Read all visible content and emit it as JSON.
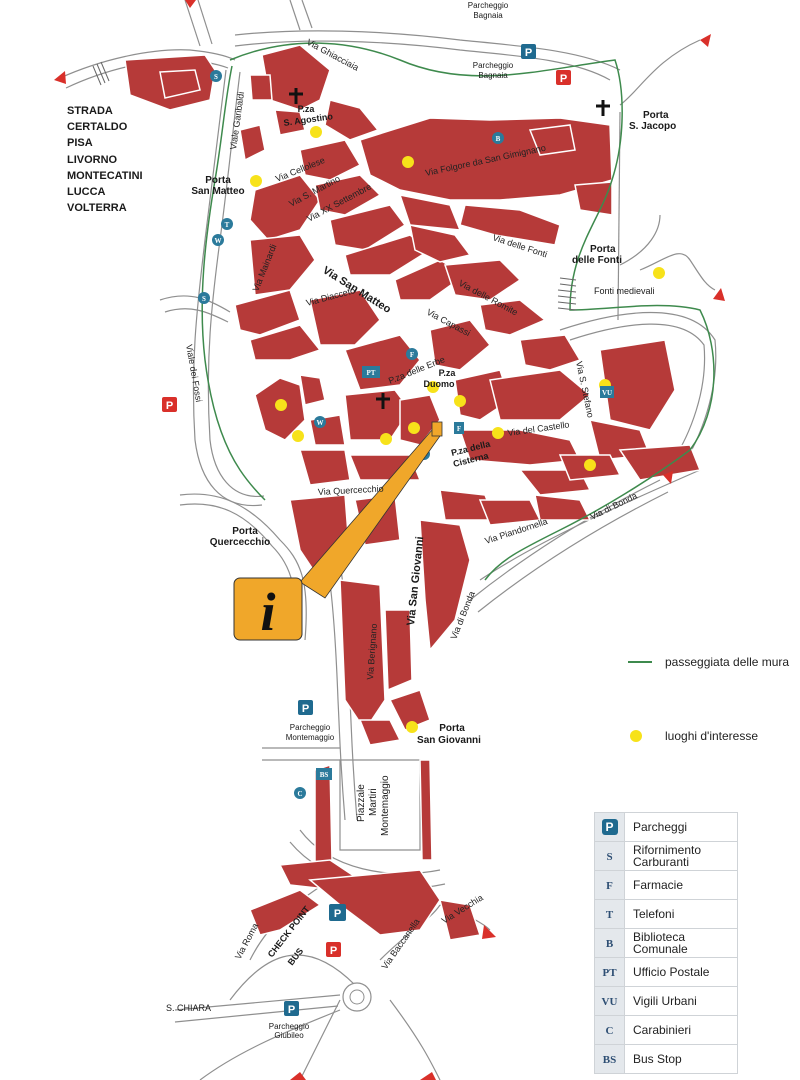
{
  "map": {
    "streets": [
      {
        "id": "via-ghiacciaia",
        "text": "Via Ghiacciaia"
      },
      {
        "id": "viale-garibaldi",
        "text": "Viale Garibaldi"
      },
      {
        "id": "via-cellolese",
        "text": "Via Cellolese"
      },
      {
        "id": "via-s-martino",
        "text": "Via S. Martino"
      },
      {
        "id": "via-xx-settembre",
        "text": "Via XX Settembre"
      },
      {
        "id": "via-folgore",
        "text": "Via Folgore da San Gimignano"
      },
      {
        "id": "via-delle-fonti",
        "text": "Via delle Fonti"
      },
      {
        "id": "via-mainardi",
        "text": "Via Mainardi"
      },
      {
        "id": "via-san-matteo",
        "text": "Via San Matteo"
      },
      {
        "id": "via-capassi",
        "text": "Via Capassi"
      },
      {
        "id": "via-delle-romite",
        "text": "Via delle Romite"
      },
      {
        "id": "via-diacceto",
        "text": "Via Diacceto"
      },
      {
        "id": "viale-dei-fossi",
        "text": "Viale dei Fossi"
      },
      {
        "id": "pza-delle-erbe",
        "text": "P.za delle Erbe"
      },
      {
        "id": "via-s-stefano",
        "text": "Via S. Stefano"
      },
      {
        "id": "via-del-castello",
        "text": "Via del Castello"
      },
      {
        "id": "via-quercecchio",
        "text": "Via Quercecchio"
      },
      {
        "id": "via-piandornella",
        "text": "Via Piandornella"
      },
      {
        "id": "via-di-bonda",
        "text": "Via di Bonda"
      },
      {
        "id": "via-san-giovanni",
        "text": "Via San Giovanni"
      },
      {
        "id": "via-berignano",
        "text": "Via Berignano"
      },
      {
        "id": "via-roma",
        "text": "Via Roma"
      },
      {
        "id": "via-baccanella",
        "text": "Via Baccanella"
      },
      {
        "id": "via-vecchia",
        "text": "Via Vecchia"
      }
    ],
    "gates": [
      {
        "id": "porta-san-matteo",
        "lines": [
          "Porta",
          "San Matteo"
        ]
      },
      {
        "id": "porta-s-jacopo",
        "lines": [
          "Porta",
          "S. Jacopo"
        ]
      },
      {
        "id": "porta-delle-fonti",
        "lines": [
          "Porta",
          "delle Fonti"
        ]
      },
      {
        "id": "porta-quercecchio",
        "lines": [
          "Porta",
          "Quercecchio"
        ]
      },
      {
        "id": "porta-san-giovanni",
        "lines": [
          "Porta",
          "San Giovanni"
        ]
      }
    ],
    "squares": [
      {
        "id": "pza-s-agostino",
        "lines": [
          "P.za",
          "S. Agostino"
        ]
      },
      {
        "id": "pza-duomo",
        "lines": [
          "P.za",
          "Duomo"
        ]
      },
      {
        "id": "pza-cisterna",
        "lines": [
          "P.za della",
          "Cisterna"
        ]
      },
      {
        "id": "piazzale-martiri",
        "lines": [
          "Piazzale",
          "Martiri",
          "Montemaggio"
        ]
      }
    ],
    "parkings": [
      {
        "id": "parcheggio-bagnaia",
        "lines": [
          "Parcheggio",
          "Bagnaia"
        ]
      },
      {
        "id": "parcheggio-montemaggio",
        "lines": [
          "Parcheggio",
          "Montemaggio"
        ]
      },
      {
        "id": "parcheggio-giubileo",
        "lines": [
          "Parcheggio",
          "Giubileo"
        ]
      }
    ],
    "others": {
      "fonti_medievali": "Fonti medievali",
      "check_point": "CHECK POINT",
      "bus": "BUS",
      "s_chiara": "S. CHIARA",
      "top_cut_lines": [
        "Parcheggio",
        "Bagnaia"
      ]
    },
    "destinations": [
      "STRADA",
      "CERTALDO",
      "PISA",
      "LIVORNO",
      "MONTECATINI",
      "LUCCA",
      "VOLTERRA"
    ]
  },
  "legend": {
    "walls_label": "passeggiata delle mura",
    "interest_label": "luoghi d'interesse",
    "rows": [
      {
        "symbol": "P",
        "label": "Parcheggi"
      },
      {
        "symbol": "S",
        "label": "Rifornimento Carburanti"
      },
      {
        "symbol": "F",
        "label": "Farmacie"
      },
      {
        "symbol": "T",
        "label": "Telefoni"
      },
      {
        "symbol": "B",
        "label": "Biblioteca Comunale"
      },
      {
        "symbol": "PT",
        "label": "Ufficio Postale"
      },
      {
        "symbol": "VU",
        "label": "Vigili Urbani"
      },
      {
        "symbol": "C",
        "label": "Carabinieri"
      },
      {
        "symbol": "BS",
        "label": "Bus Stop"
      }
    ]
  },
  "colors": {
    "block": "#b63a39",
    "walls": "#3e8a4d",
    "interest": "#f7e21a",
    "info_box": "#f0a72a",
    "parking": "#1f6a8f",
    "arrow": "#d9302a"
  },
  "icons": [
    "info-icon",
    "parking-icon",
    "church-cross-icon",
    "road-arrow-icon"
  ]
}
